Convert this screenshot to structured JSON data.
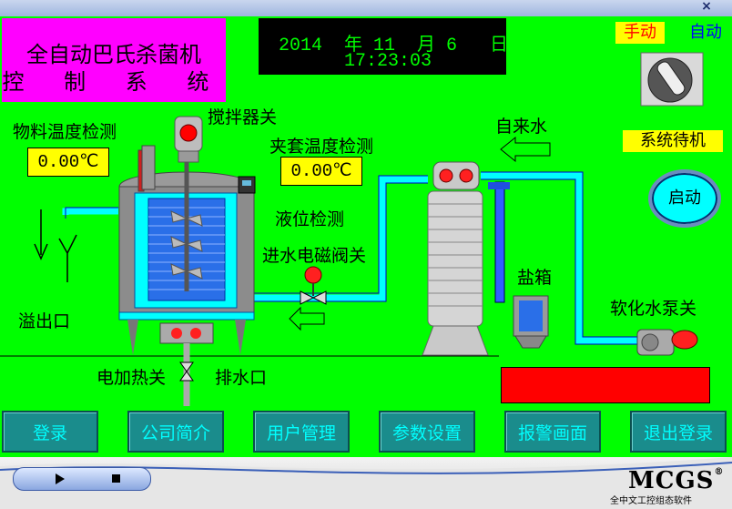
{
  "window": {
    "close_glyph": "×"
  },
  "title": {
    "line1": "全自动巴氏杀菌机",
    "line2": "控 制 系 统"
  },
  "clock": {
    "date": "2014  年 11  月 6   日",
    "time": "17:23:03"
  },
  "mode": {
    "manual_label": "手动",
    "auto_label": "自动"
  },
  "status": {
    "standby_label": "系统待机",
    "start_label": "启动"
  },
  "labels": {
    "material_temp": "物料温度检测",
    "stirrer": "搅拌器关",
    "jacket_temp": "夹套温度检测",
    "tap_water": "自来水",
    "level": "液位检测",
    "inlet_valve": "进水电磁阀关",
    "salt_box": "盐箱",
    "softener_pump": "软化水泵关",
    "overflow": "溢出口",
    "heater": "电加热关",
    "drain": "排水口"
  },
  "readouts": {
    "material_temp": "0.00℃",
    "jacket_temp": "0.00℃"
  },
  "nav": [
    {
      "label": "登录"
    },
    {
      "label": "公司简介"
    },
    {
      "label": "用户管理"
    },
    {
      "label": "参数设置"
    },
    {
      "label": "报警画面"
    },
    {
      "label": "退出登录"
    }
  ],
  "footer": {
    "brand": "MCGS",
    "brand_mark": "®",
    "tagline": "全中文工控组态软件"
  },
  "colors": {
    "background": "#00ff00",
    "title_bg": "#ff00ff",
    "readout_bg": "#ffff00",
    "pipe": "#00ffff",
    "alarm": "#ff0000",
    "nav_bg": "#1a8c8c"
  }
}
